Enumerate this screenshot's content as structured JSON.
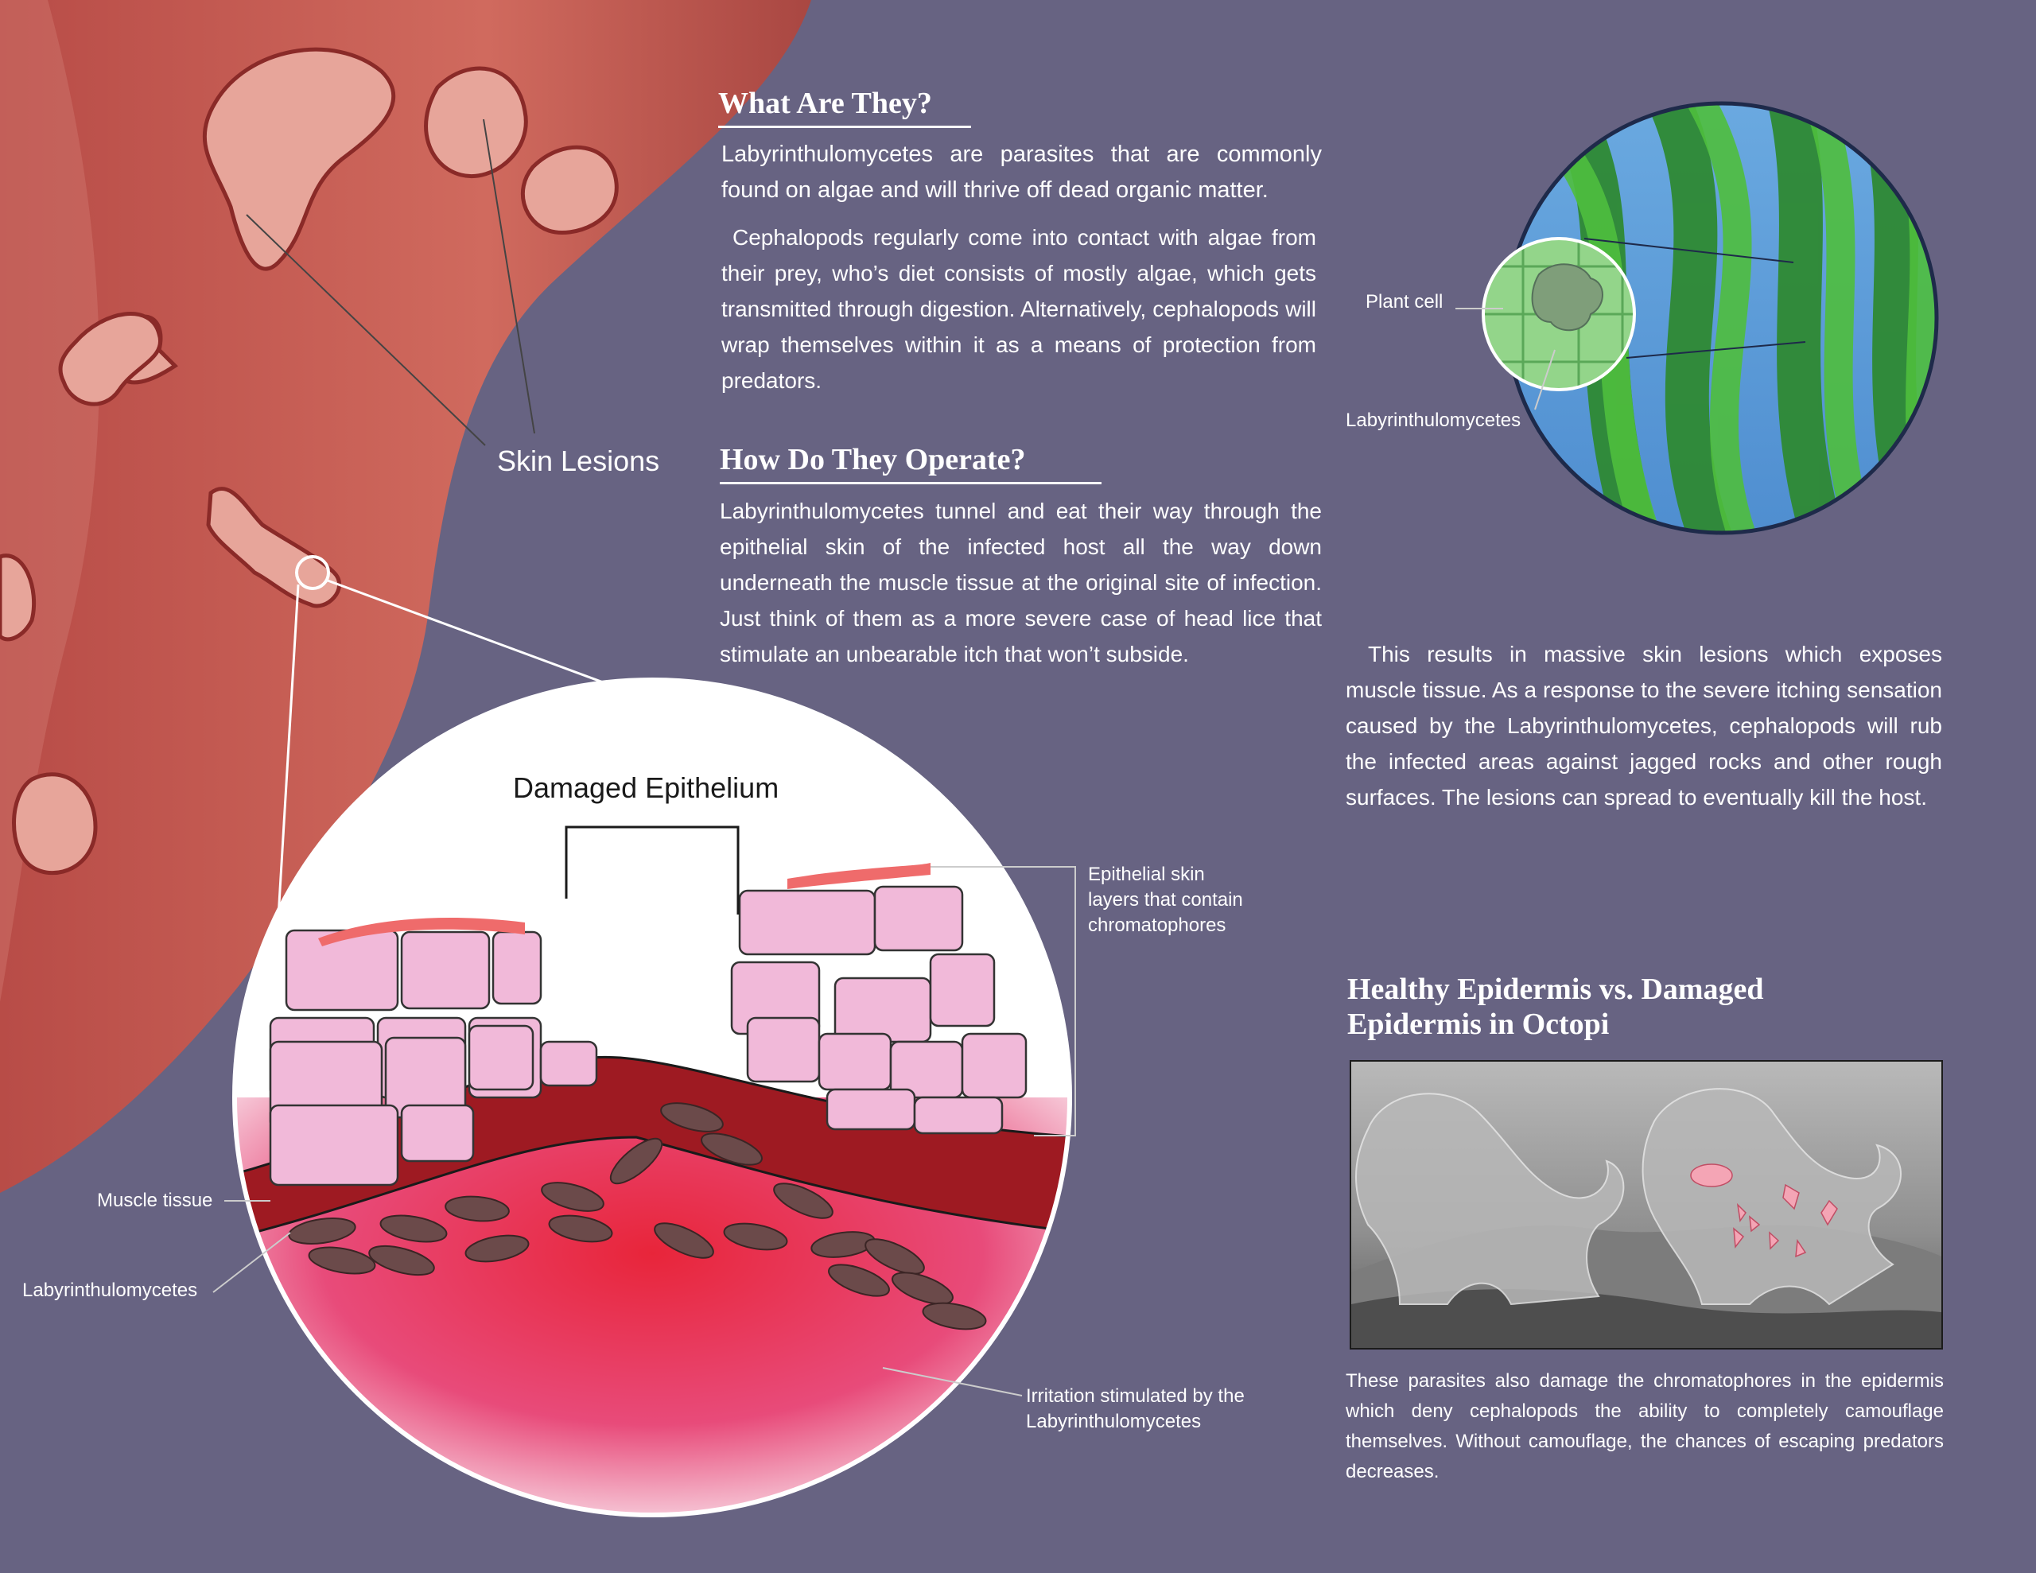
{
  "sections": {
    "what_are_they": {
      "heading": "What Are They?",
      "paragraphs": [
        "Labyrinthulomycetes are parasites that are commonly found on algae and will thrive off dead organic matter.",
        "Cephalopods regularly come into contact with algae from their prey, who’s diet consists of mostly algae, which gets transmitted through digestion. Alternatively, cephalopods will wrap themselves within it as a means of protection from predators."
      ]
    },
    "how_do_they_operate": {
      "heading": "How Do They Operate?",
      "paragraph": "Labyrinthulomycetes tunnel and eat their way through the epithelial skin of the infected host all the way down underneath the muscle tissue at the original site of infection. Just think of them as a more severe case of head lice that stimulate an unbearable itch that won’t subside."
    },
    "results": {
      "paragraph": "This results in massive skin lesions which exposes muscle tissue. As a response to the severe itching sensation caused by the Labyrinthulomycetes, cephalopods will rub the infected areas against jagged rocks and other rough surfaces. The lesions can spread to eventually kill the host."
    },
    "comparison": {
      "heading": "Healthy Epidermis vs. Damaged Epidermis in Octopi",
      "caption": "These parasites also damage the chromatophores in the epidermis which deny cephalopods the ability to completely camouflage themselves. Without camouflage, the chances of escaping predators decreases."
    }
  },
  "labels": {
    "skin_lesions": "Skin Lesions",
    "damaged_epithelium": "Damaged Epithelium",
    "epithelial_layers": "Epithelial skin layers that contain chromatophores",
    "muscle_tissue": "Muscle tissue",
    "labyrinthulomycetes_left": "Labyrinthulomycetes",
    "irritation": "Irritation stimulated by the Labyrinthulomycetes",
    "plant_cell": "Plant cell",
    "labyrinthulomycetes_right": "Labyrinthulomycetes"
  },
  "colors": {
    "background": "#676382",
    "skin": "#c45a52",
    "lesion": "#e9a299",
    "cell_pink": "#f1b9d9",
    "muscle": "#9e1a22",
    "water_blue": "#5a9fdc",
    "algae_green": "#3fae3c"
  }
}
